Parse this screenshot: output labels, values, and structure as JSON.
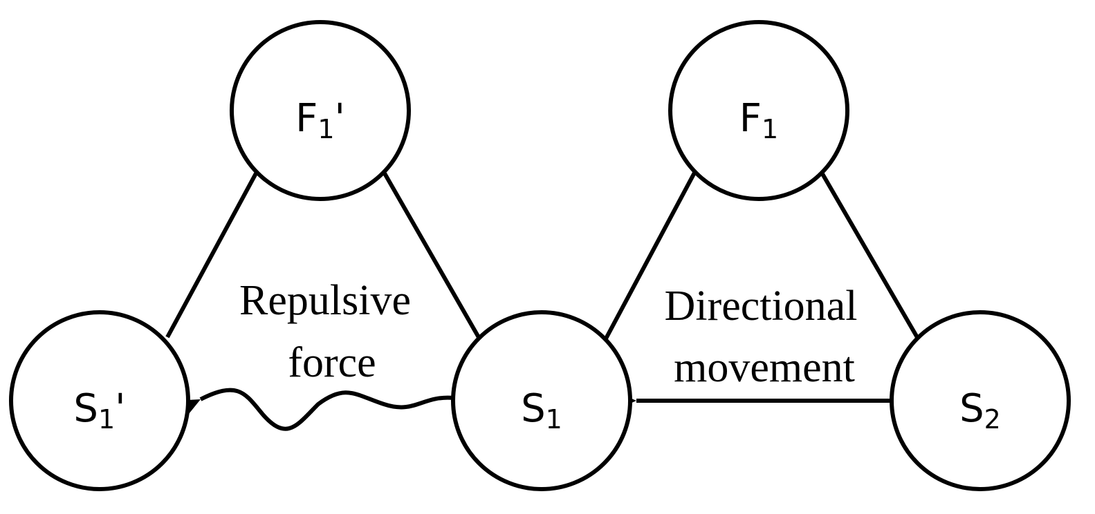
{
  "nodes": {
    "f1_prime": {
      "base": "F",
      "sub": "1",
      "suffix": "'"
    },
    "f1": {
      "base": "F",
      "sub": "1",
      "suffix": ""
    },
    "s1_prime": {
      "base": "S",
      "sub": "1",
      "suffix": "'"
    },
    "s1": {
      "base": "S",
      "sub": "1",
      "suffix": ""
    },
    "s2": {
      "base": "S",
      "sub": "2",
      "suffix": ""
    }
  },
  "labels": {
    "repulsive_line1": "Repulsive",
    "repulsive_line2": "force",
    "directional_line1": "Directional",
    "directional_line2": "movement"
  },
  "colors": {
    "stroke": "#000000",
    "background": "#ffffff"
  }
}
